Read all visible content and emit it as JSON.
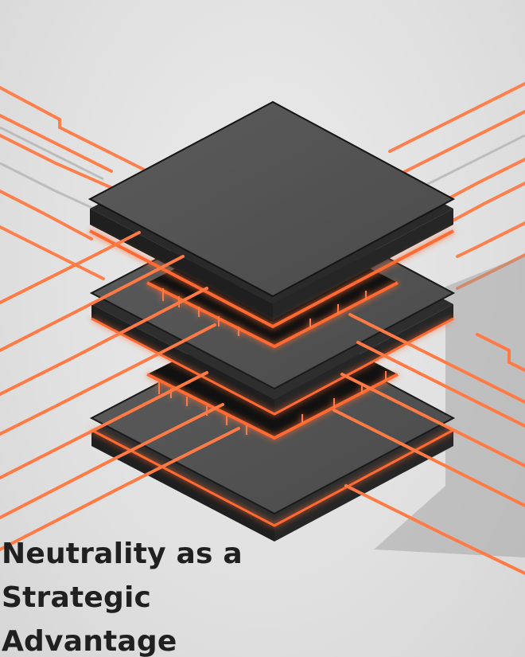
{
  "headline": {
    "lines": [
      "Neutrality as a",
      "Strategic",
      "Advantage"
    ]
  },
  "colors": {
    "background": "#e3e3e3",
    "trace": "#ff7a45",
    "glow": "#ff5a1f",
    "chip_top": "#545454",
    "chip_side": "#2a2a2a",
    "text": "#202020"
  },
  "illustration": {
    "subject": "stacked-chip-icon",
    "layers": 3
  }
}
